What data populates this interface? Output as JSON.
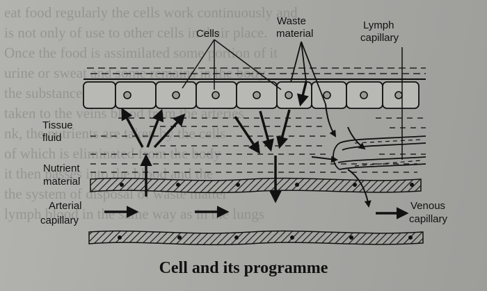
{
  "labels": {
    "cells": "Cells",
    "waste_1": "Waste",
    "waste_2": "material",
    "lymph_1": "Lymph",
    "lymph_2": "capillary",
    "tissue_1": "Tissue",
    "tissue_2": "fluid",
    "nutrient_1": "Nutrient",
    "nutrient_2": "material",
    "arterial_1": "Arterial",
    "arterial_2": "capillary",
    "venous_1": "Venous",
    "venous_2": "capillary"
  },
  "caption": "Cell and its programme",
  "background_text": "eat food regularly the cells work continuously and\nis not only of use to other cells in their place.\nOnce the food is assimilated some portion of it\nurine or sweat and some remains in the body\nthe substances are taken out as waste material.\ntaken to the veins blood from the arteries\nnk, the nutrients are taken by the cells\nof which is eliminated from the body\nit then passes into the blood and the\nthe system of disposal of waste matter\nlymph blood in the same way as in the lungs"
}
